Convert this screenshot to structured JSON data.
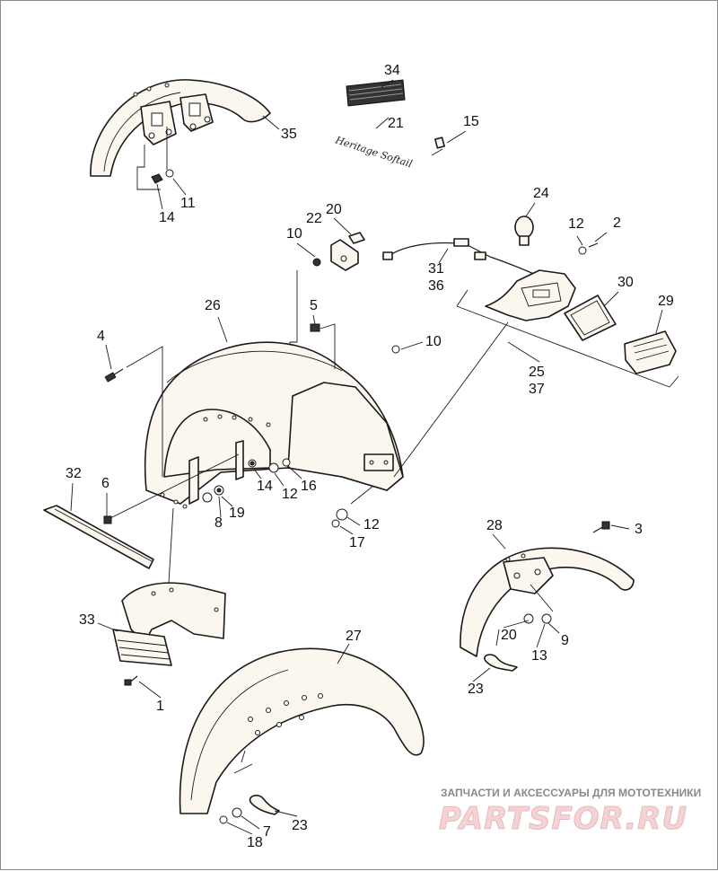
{
  "diagram": {
    "labels": {
      "l1": "1",
      "l2": "2",
      "l3": "3",
      "l4": "4",
      "l5": "5",
      "l6": "6",
      "l7": "7",
      "l8": "8",
      "l9": "9",
      "l10a": "10",
      "l10b": "10",
      "l11": "11",
      "l12a": "12",
      "l12b": "12",
      "l12c": "12",
      "l13": "13",
      "l14a": "14",
      "l14b": "14",
      "l15": "15",
      "l16": "16",
      "l17": "17",
      "l18": "18",
      "l19": "19",
      "l20a": "20",
      "l20b": "20",
      "l21": "21",
      "l22": "22",
      "l23a": "23",
      "l23b": "23",
      "l24": "24",
      "l25": "25",
      "l26": "26",
      "l27": "27",
      "l28": "28",
      "l29": "29",
      "l30": "30",
      "l31": "31",
      "l32": "32",
      "l33": "33",
      "l34": "34",
      "l35": "35",
      "l36": "36",
      "l37": "37"
    },
    "emblem_script": "Heritage Softail"
  },
  "watermark": {
    "tagline": "ЗАПЧАСТИ И АКСЕССУАРЫ ДЛЯ МОТОТЕХНИКИ",
    "brand": "PARTSFOR.RU",
    "color": "#e34b4b"
  }
}
